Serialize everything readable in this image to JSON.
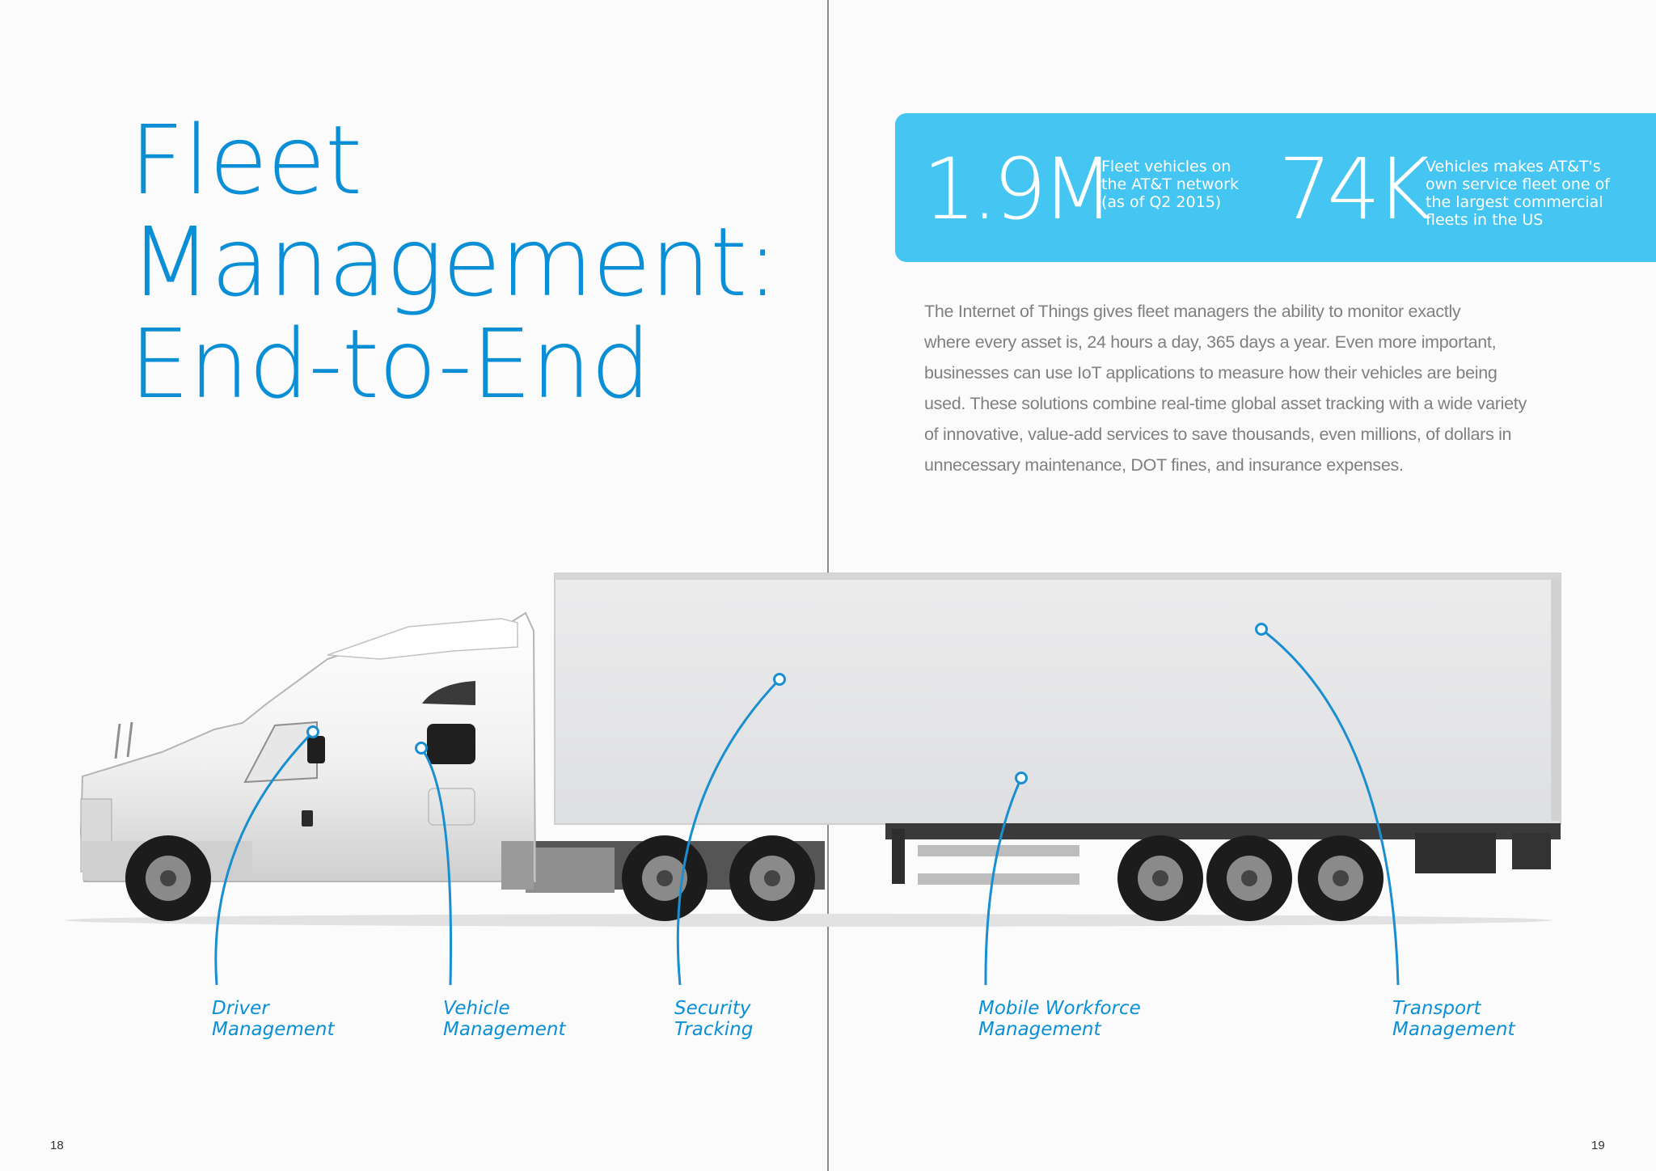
{
  "title": {
    "lines": [
      "Fleet",
      "Management:",
      "End-to-End"
    ]
  },
  "stats": [
    {
      "value": "1.9M",
      "description": [
        "Fleet vehicles on",
        "the AT&T network",
        "(as of Q2 2015)"
      ]
    },
    {
      "value": "74K",
      "description": [
        "Vehicles makes AT&T's",
        "own service fleet one of",
        "the largest commercial",
        "fleets in the US"
      ]
    }
  ],
  "body_lines": [
    "The Internet of Things gives fleet managers the ability to monitor exactly",
    "where every asset is, 24 hours a day, 365 days a year. Even more important,",
    "businesses can use IoT applications to measure how their vehicles are being",
    "used. These solutions combine real-time global asset tracking with a wide variety",
    "of innovative, value-add services to save thousands, even millions, of dollars in",
    "unnecessary maintenance, DOT fines, and insurance expenses."
  ],
  "callouts": [
    {
      "lines": [
        "Driver",
        "Management"
      ]
    },
    {
      "lines": [
        "Vehicle",
        "Management"
      ]
    },
    {
      "lines": [
        "Security",
        "Tracking"
      ]
    },
    {
      "lines": [
        "Mobile Workforce",
        "Management"
      ]
    },
    {
      "lines": [
        "Transport",
        "Management"
      ]
    }
  ],
  "page_numbers": {
    "left": "18",
    "right": "19"
  },
  "colors": {
    "accent": "#0a8fd6",
    "stat_box": "#45c5f1",
    "body_text": "#808080"
  }
}
